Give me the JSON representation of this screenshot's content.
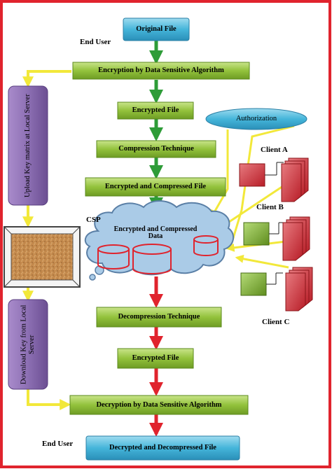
{
  "labels": {
    "end_user_top": "End User",
    "end_user_bottom": "End User",
    "csp": "CSP",
    "client_a": "Client A",
    "client_b": "Client B",
    "client_c": "Client C"
  },
  "steps": {
    "original_file": "Original File",
    "encryption": "Encryption by Data Sensitive Algorithm",
    "encrypted_file_1": "Encrypted File",
    "compression": "Compression Technique",
    "encrypted_compressed": "Encrypted and Compressed File",
    "cloud_data": "Encrypted and Compressed Data",
    "decompression": "Decompression Technique",
    "encrypted_file_2": "Encrypted File",
    "decryption": "Decryption by Data Sensitive Algorithm",
    "final_file": "Decrypted and Decompressed File"
  },
  "side": {
    "upload": "Upload Key matrix at Local Server",
    "download": "Download Key from Local Server",
    "authorization": "Authorization"
  },
  "colors": {
    "frame": "#e0232d",
    "green_box": "#93c23c",
    "blue_box": "#45b5da",
    "purple_box": "#8c6fb3",
    "cloud": "#aacbe7",
    "arrow_green": "#2e9c38",
    "arrow_red": "#e0232d",
    "arrow_yellow": "#f2e83a",
    "cylinder": "#e0232d"
  }
}
